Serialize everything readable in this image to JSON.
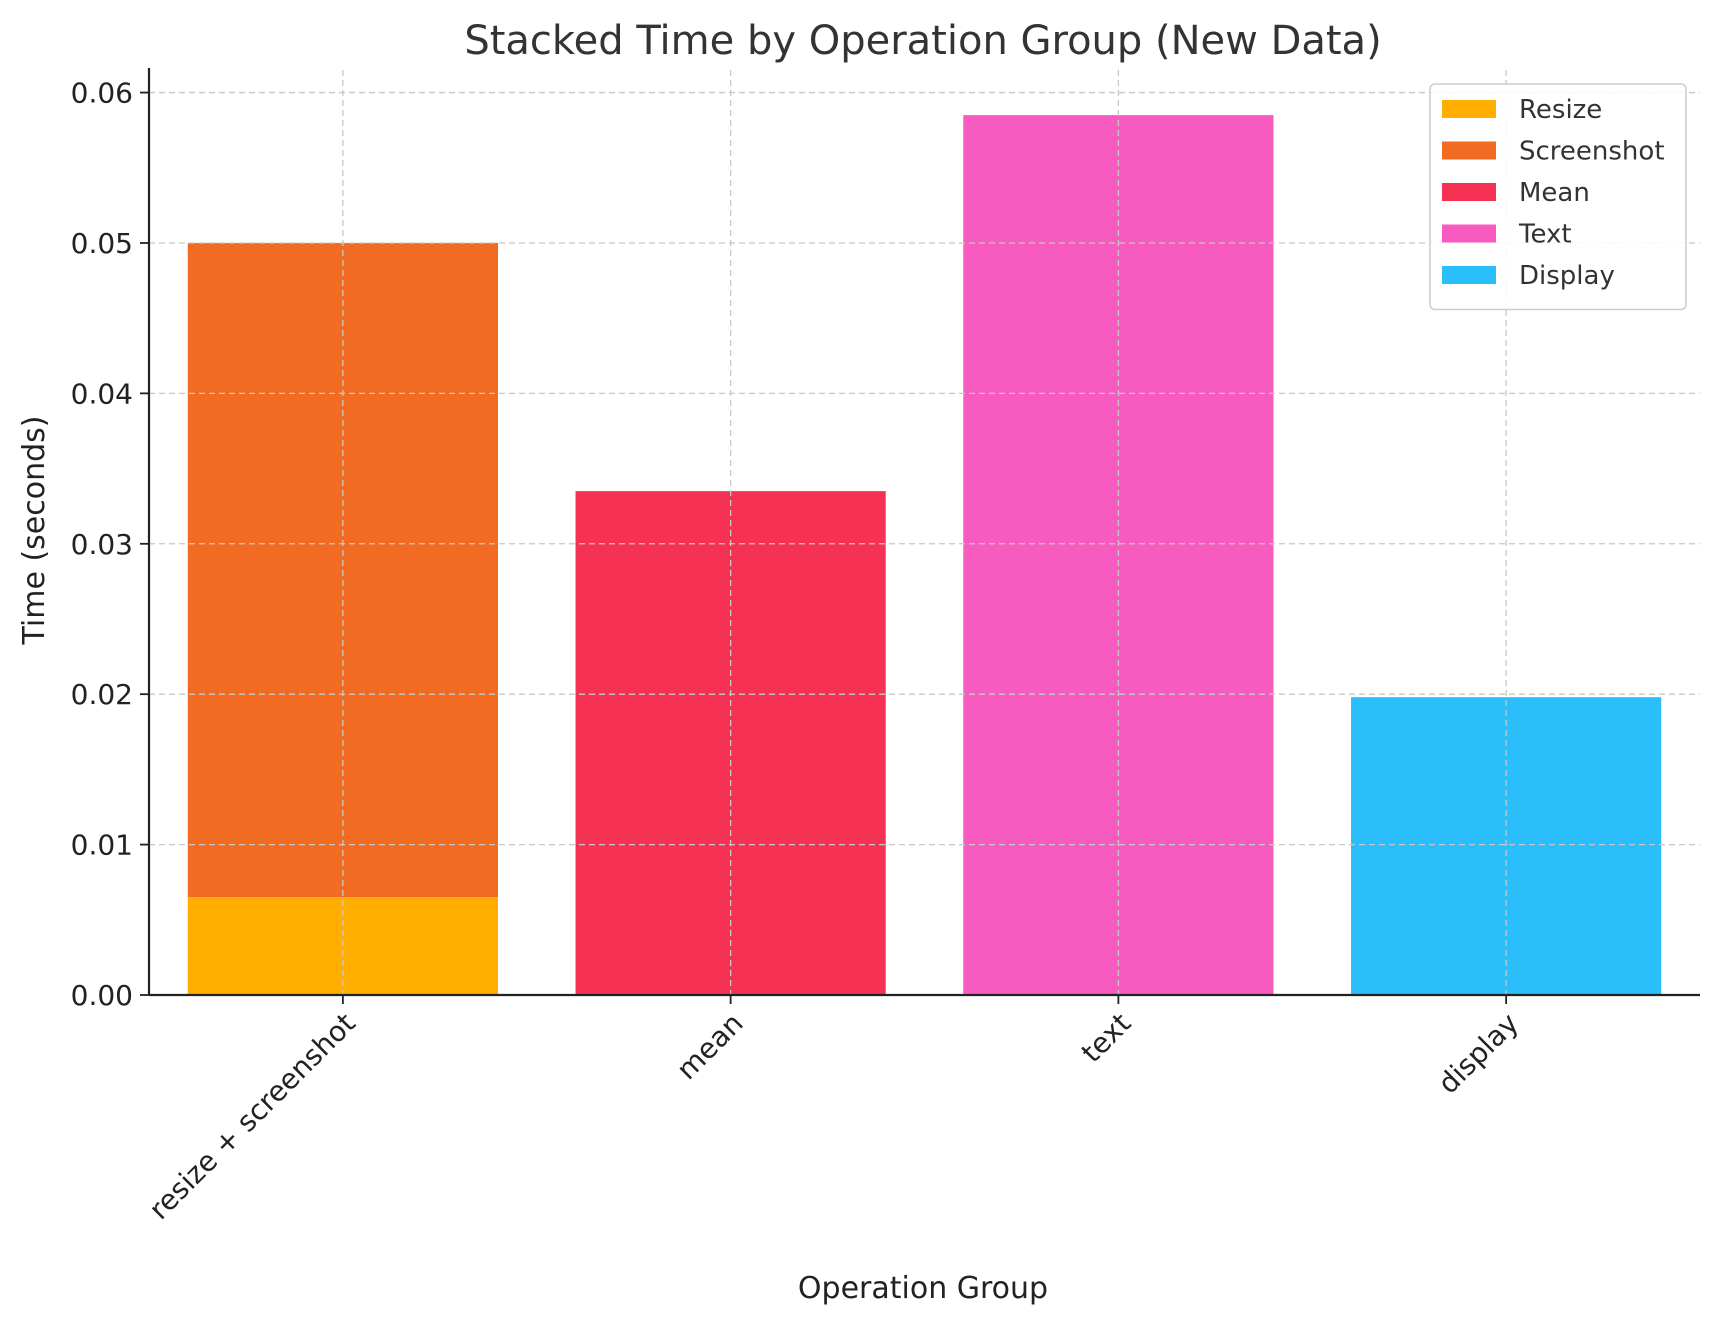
{
  "chart_data": {
    "type": "bar",
    "stacked": true,
    "title": "Stacked Time by Operation Group (New Data)",
    "xlabel": "Operation Group",
    "ylabel": "Time (seconds)",
    "ylim": [
      0,
      0.0615
    ],
    "yticks": [
      0.0,
      0.01,
      0.02,
      0.03,
      0.04,
      0.05,
      0.06
    ],
    "ytick_labels": [
      "0.00",
      "0.01",
      "0.02",
      "0.03",
      "0.04",
      "0.05",
      "0.06"
    ],
    "categories": [
      "resize + screenshot",
      "mean",
      "text",
      "display"
    ],
    "series": [
      {
        "name": "Resize",
        "color": "#FFAE00",
        "values": [
          0.0065,
          0,
          0,
          0
        ]
      },
      {
        "name": "Screenshot",
        "color": "#F26B23",
        "values": [
          0.0435,
          0,
          0,
          0
        ]
      },
      {
        "name": "Mean",
        "color": "#F53254",
        "values": [
          0,
          0.0335,
          0,
          0
        ]
      },
      {
        "name": "Text",
        "color": "#F85BBF",
        "values": [
          0,
          0,
          0.0585,
          0
        ]
      },
      {
        "name": "Display",
        "color": "#2ABEFB",
        "values": [
          0,
          0,
          0,
          0.0198
        ]
      }
    ],
    "grid": true,
    "legend": "top-right"
  }
}
